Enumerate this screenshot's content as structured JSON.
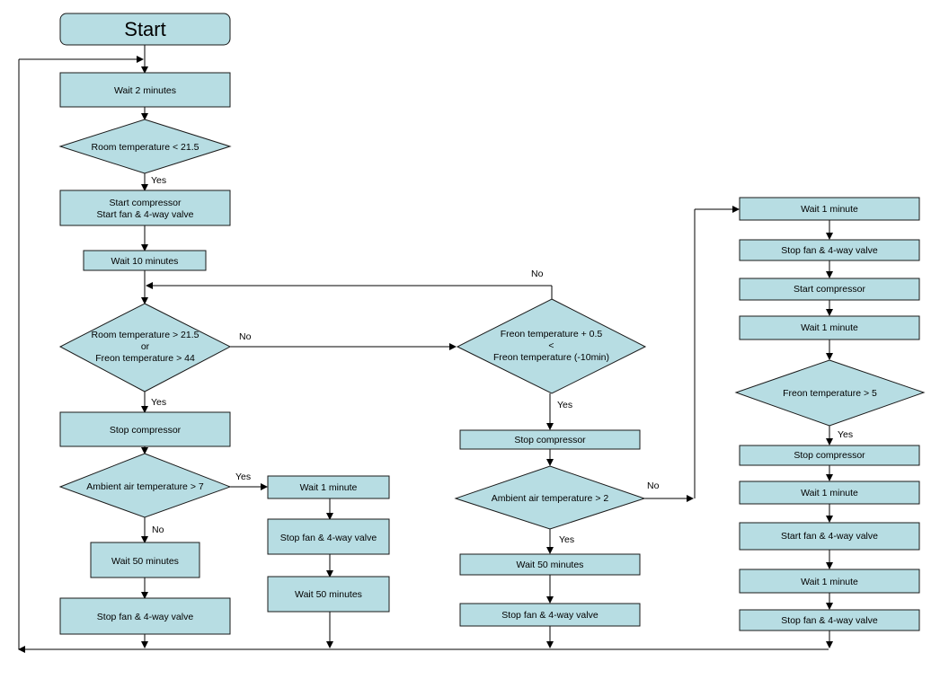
{
  "nodes": {
    "start": "Start",
    "wait_2": "Wait 2 minutes",
    "room_lt": "Room temperature < 21.5",
    "start_comp": [
      "Start compressor",
      "Start fan & 4-way valve"
    ],
    "wait_10": "Wait 10 minutes",
    "room_gt": [
      "Room temperature > 21.5",
      "or",
      "Freon temperature > 44"
    ],
    "stop_comp_1": "Stop compressor",
    "ambient_7": "Ambient air temperature > 7",
    "wait_50_a": "Wait 50 minutes",
    "stop_fan_a": "Stop fan & 4-way valve",
    "wait_1_b": "Wait 1 minute",
    "stop_fan_b": "Stop fan & 4-way valve",
    "wait_50_b": "Wait 50 minutes",
    "freon_cmp": [
      "Freon temperature + 0.5",
      "<",
      "Freon temperature (-10min)"
    ],
    "stop_comp_2": "Stop compressor",
    "ambient_2": "Ambient air temperature > 2",
    "wait_50_c": "Wait 50 minutes",
    "stop_fan_c": "Stop fan & 4-way valve",
    "r_wait_1_a": "Wait 1 minute",
    "r_stop_fan_a": "Stop fan & 4-way valve",
    "r_start_comp": "Start compressor",
    "r_wait_1_b": "Wait 1 minute",
    "r_freon_5": "Freon temperature > 5",
    "r_stop_comp": "Stop compressor",
    "r_wait_1_c": "Wait 1 minute",
    "r_start_fan": "Start fan & 4-way valve",
    "r_wait_1_d": "Wait 1 minute",
    "r_stop_fan_b": "Stop fan & 4-way valve"
  },
  "edge_labels": {
    "yes_room_lt": "Yes",
    "yes_room_gt": "Yes",
    "no_room_gt": "No",
    "yes_ambient_7": "Yes",
    "no_ambient_7": "No",
    "no_freon_cmp": "No",
    "yes_freon_cmp": "Yes",
    "no_ambient_2": "No",
    "yes_ambient_2": "Yes",
    "yes_freon_5": "Yes"
  },
  "colors": {
    "node_fill": "#b7dde3",
    "node_stroke": "#1a1a1a",
    "edge": "#000000"
  }
}
